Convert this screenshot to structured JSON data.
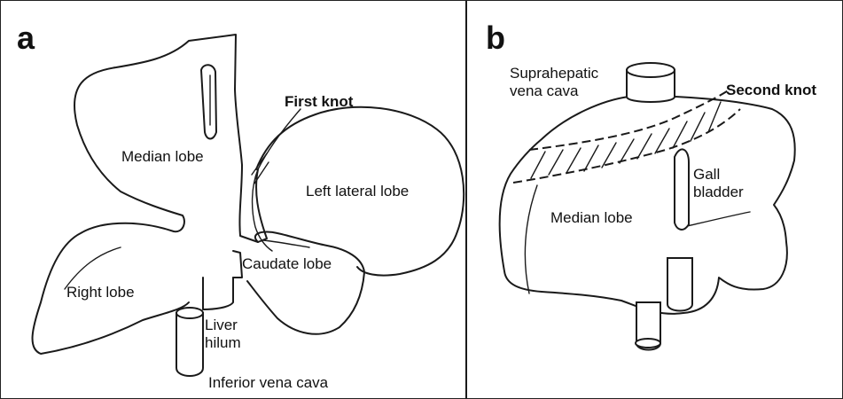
{
  "panel_a": {
    "letter": "a",
    "labels": {
      "first_knot": "First knot",
      "median_lobe": "Median lobe",
      "left_lateral_lobe": "Left lateral lobe",
      "caudate_lobe": "Caudate lobe",
      "right_lobe": "Right lobe",
      "liver_hilum": "Liver\nhilum",
      "inferior_vena_cava": "Inferior vena cava"
    }
  },
  "panel_b": {
    "letter": "b",
    "labels": {
      "suprahepatic_vena_cava": "Suprahepatic\nvena cava",
      "second_knot": "Second knot",
      "gall_bladder": "Gall\nbladder",
      "median_lobe": "Median lobe"
    }
  }
}
